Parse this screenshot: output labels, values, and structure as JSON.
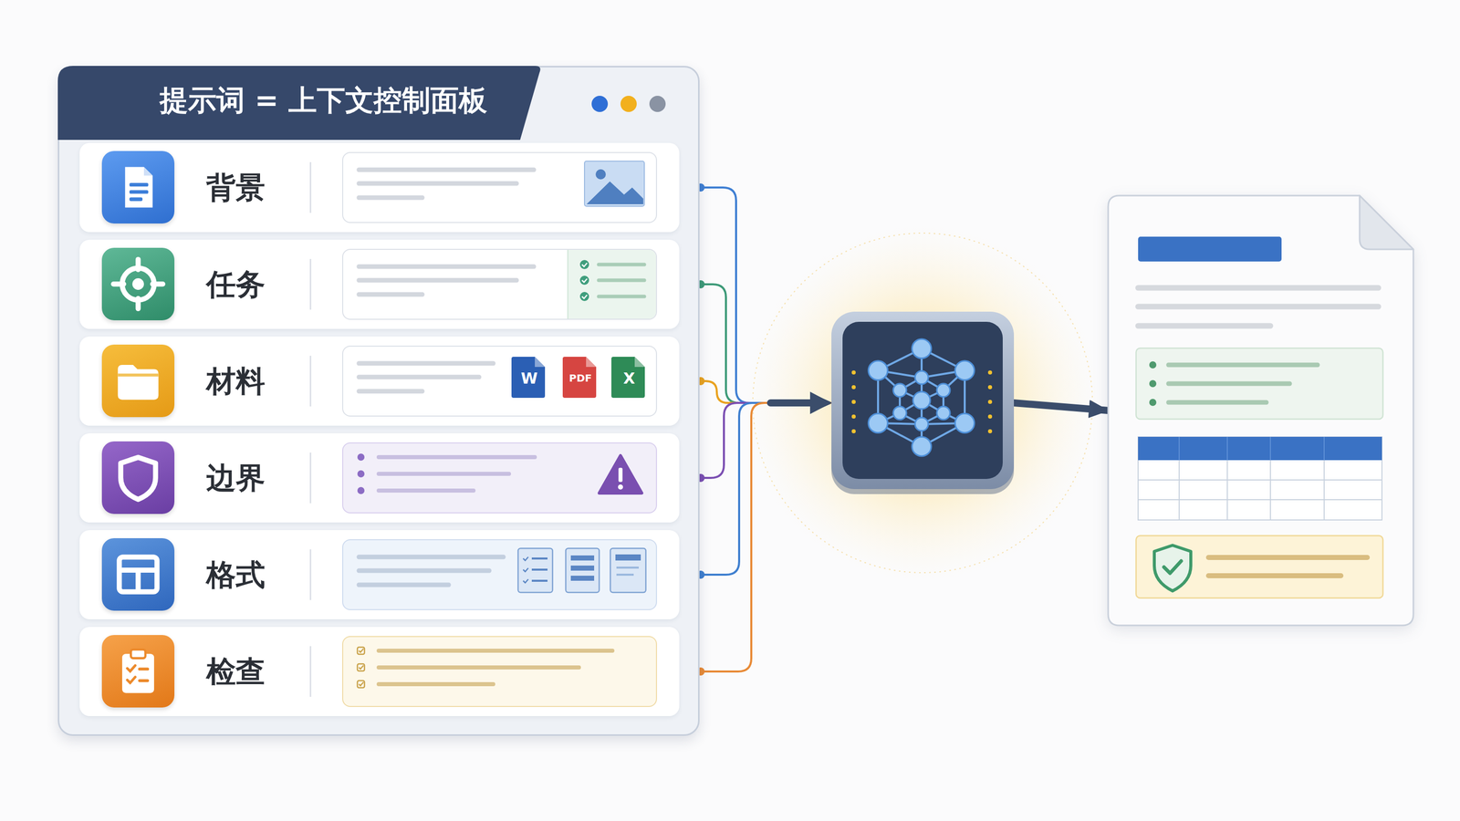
{
  "diagram": {
    "nodes": [
      {
        "text": [
          "提示词 = 上下文控制面板"
        ]
      },
      {
        "text": [
          "背景"
        ],
        "in": 0
      },
      {
        "text": [
          "任务"
        ],
        "in": 0
      },
      {
        "text": [
          "材料"
        ],
        "in": 0
      },
      {
        "text": [
          "边界"
        ],
        "in": 0
      },
      {
        "text": [
          "格式"
        ],
        "in": 0
      },
      {
        "text": [
          "检查"
        ],
        "in": 0
      },
      {
        "text": []
      },
      {
        "text": []
      }
    ],
    "edges": [
      {
        "from": 1,
        "to": 7,
        "arrow": "to"
      },
      {
        "from": 2,
        "to": 7,
        "arrow": "to"
      },
      {
        "from": 3,
        "to": 7,
        "arrow": "to"
      },
      {
        "from": 4,
        "to": 7,
        "arrow": "to"
      },
      {
        "from": 5,
        "to": 7,
        "arrow": "to"
      },
      {
        "from": 6,
        "to": 7,
        "arrow": "to"
      },
      {
        "from": 7,
        "to": 8,
        "arrow": "to"
      }
    ],
    "labels": [
      "W",
      "PDF",
      "X"
    ]
  }
}
